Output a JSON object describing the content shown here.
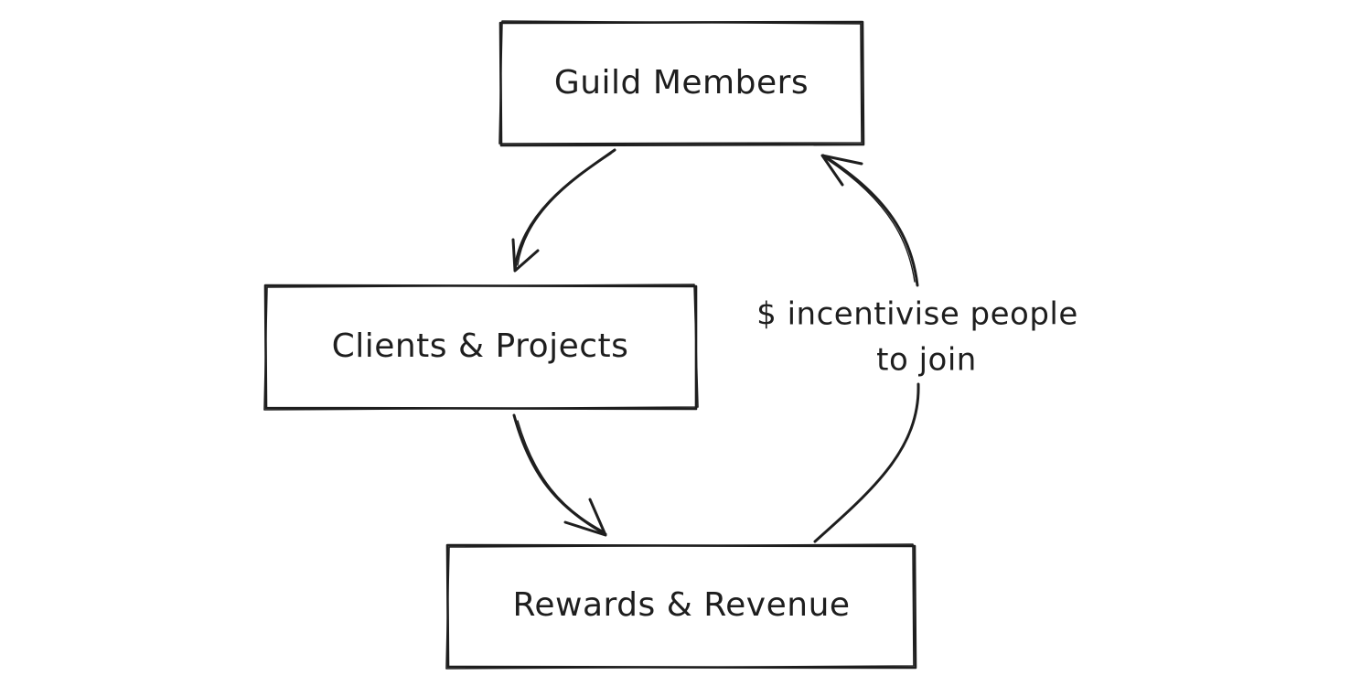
{
  "nodes": {
    "guild_members": "Guild Members",
    "clients_projects": "Clients & Projects",
    "rewards_revenue": "Rewards & Revenue"
  },
  "edges": {
    "revenue_to_members": {
      "label_line_1": "$ incentivise people",
      "label_line_2": "to join"
    }
  },
  "colors": {
    "stroke": "#1e1e1e",
    "background": "#ffffff"
  }
}
